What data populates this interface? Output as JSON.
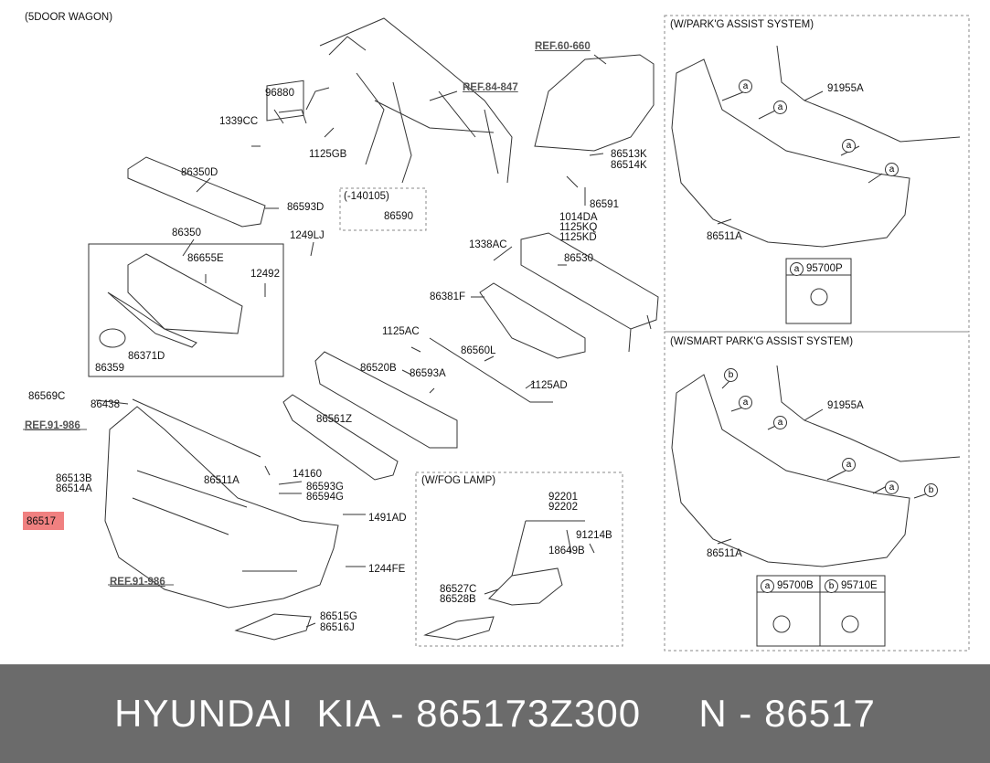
{
  "title": "(5DOOR WAGON)",
  "refs": {
    "ref_60_660": "REF.60-660",
    "ref_84_847": "REF.84-847",
    "ref_91_986_a": "REF.91-986",
    "ref_91_986_b": "REF.91-986"
  },
  "sections": {
    "parking": "(W/PARK'G ASSIST SYSTEM)",
    "smart_parking": "(W/SMART PARK'G ASSIST SYSTEM)",
    "fog_lamp": "(W/FOG LAMP)",
    "date_range": "(-140105)"
  },
  "parts": {
    "p96880": "96880",
    "p1339CC": "1339CC",
    "p1125GB": "1125GB",
    "p86350D": "86350D",
    "p86593D": "86593D",
    "p86590": "86590",
    "p86350": "86350",
    "p1249LJ": "1249LJ",
    "p86655E": "86655E",
    "p12492": "12492",
    "p86359": "86359",
    "p86371D": "86371D",
    "p86513K": "86513K",
    "p86514K": "86514K",
    "p86591": "86591",
    "p1014DA": "1014DA",
    "p1125KQ": "1125KQ",
    "p1125KD": "1125KD",
    "p1338AC": "1338AC",
    "p86530": "86530",
    "p86381F": "86381F",
    "p1125AC": "1125AC",
    "p86560L": "86560L",
    "p1125AD": "1125AD",
    "p86520B": "86520B",
    "p86593A": "86593A",
    "p86569C": "86569C",
    "p86438": "86438",
    "p86561Z": "86561Z",
    "p86513B": "86513B",
    "p86514A": "86514A",
    "p86517": "86517",
    "p86511A_main": "86511A",
    "p14160": "14160",
    "p86593G": "86593G",
    "p86594G": "86594G",
    "p1491AD": "1491AD",
    "p1244FE": "1244FE",
    "p86515G": "86515G",
    "p86516J": "86516J",
    "p92201": "92201",
    "p92202": "92202",
    "p91214B": "91214B",
    "p18649B": "18649B",
    "p86527C": "86527C",
    "p86528B": "86528B",
    "p91955A_1": "91955A",
    "p86511A_1": "86511A",
    "p95700P": "95700P",
    "p91955A_2": "91955A",
    "p86511A_2": "86511A",
    "p95700B": "95700B",
    "p95710E": "95710E"
  },
  "callouts": {
    "a": "a",
    "b": "b"
  },
  "footer": {
    "text": "HYUNDAI  KIA - 865173Z300     N - 86517"
  },
  "colors": {
    "footer_bg": "#6b6b6b",
    "highlight": "#f08080",
    "line": "#333333",
    "dash": "#888888"
  }
}
